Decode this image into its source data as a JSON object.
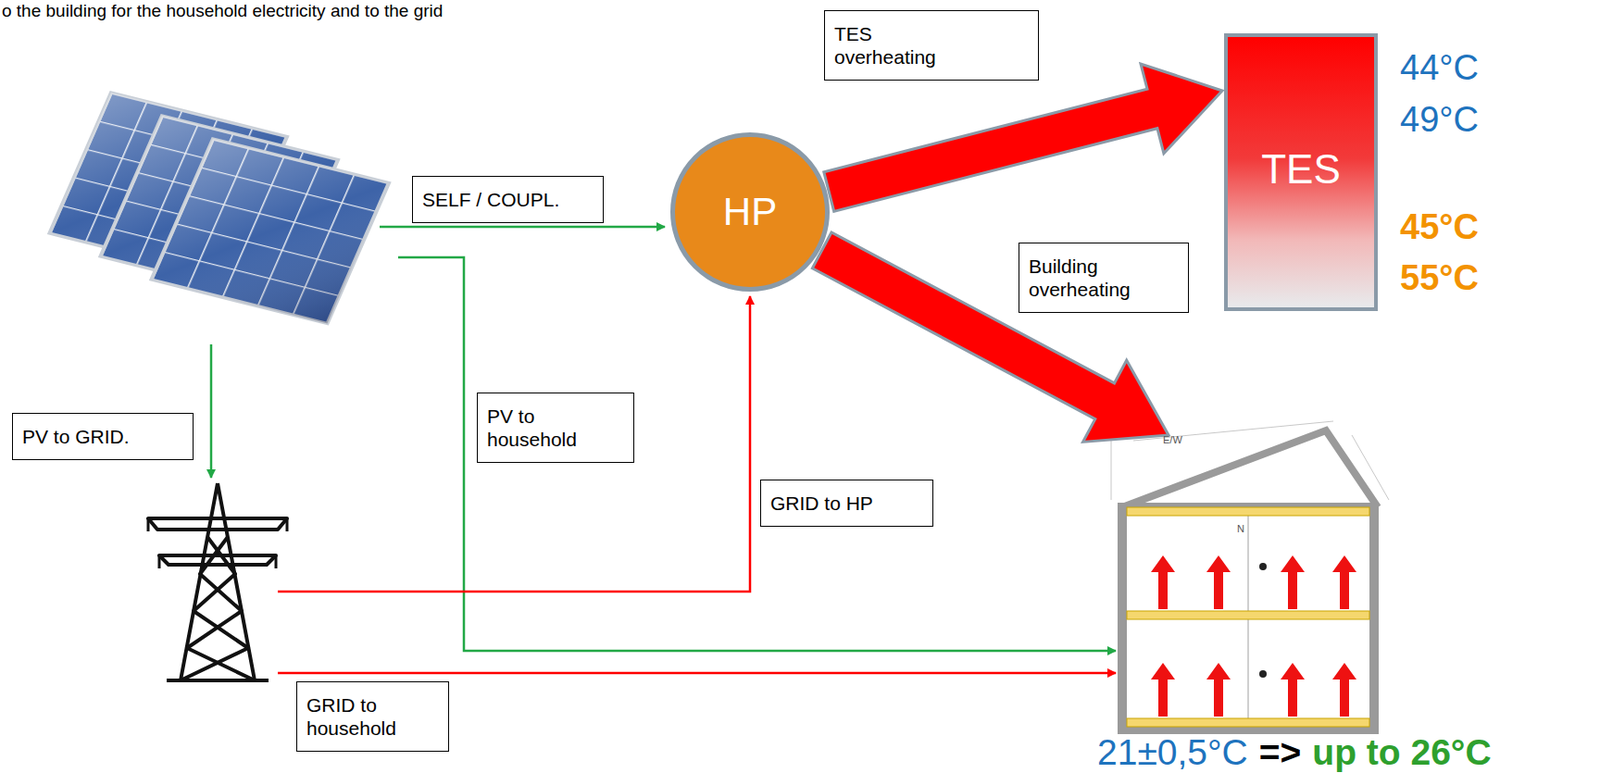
{
  "diagram": {
    "nodes": [
      {
        "text": [
          "TES overheating"
        ]
      },
      {
        "text": [
          "TES"
        ]
      },
      {
        "text": [
          "SELF / COUPL."
        ]
      },
      {
        "text": [
          "HP"
        ]
      },
      {
        "text": [
          "Building overheating"
        ]
      },
      {
        "text": [
          "PV to GRID."
        ]
      },
      {
        "text": [
          "PV to household"
        ]
      },
      {
        "text": [
          "GRID to HP"
        ]
      },
      {
        "text": [
          "GRID to household"
        ]
      }
    ],
    "edges": [
      {
        "from": 3,
        "to": 1,
        "arrow": "to"
      }
    ],
    "labels": [
      "o the building for the household electricity and to the grid",
      "44°C",
      "49°C",
      "45°C",
      "55°C",
      "E/W",
      "N",
      "21±0,5°C",
      "=>",
      "up to 26°C"
    ]
  }
}
